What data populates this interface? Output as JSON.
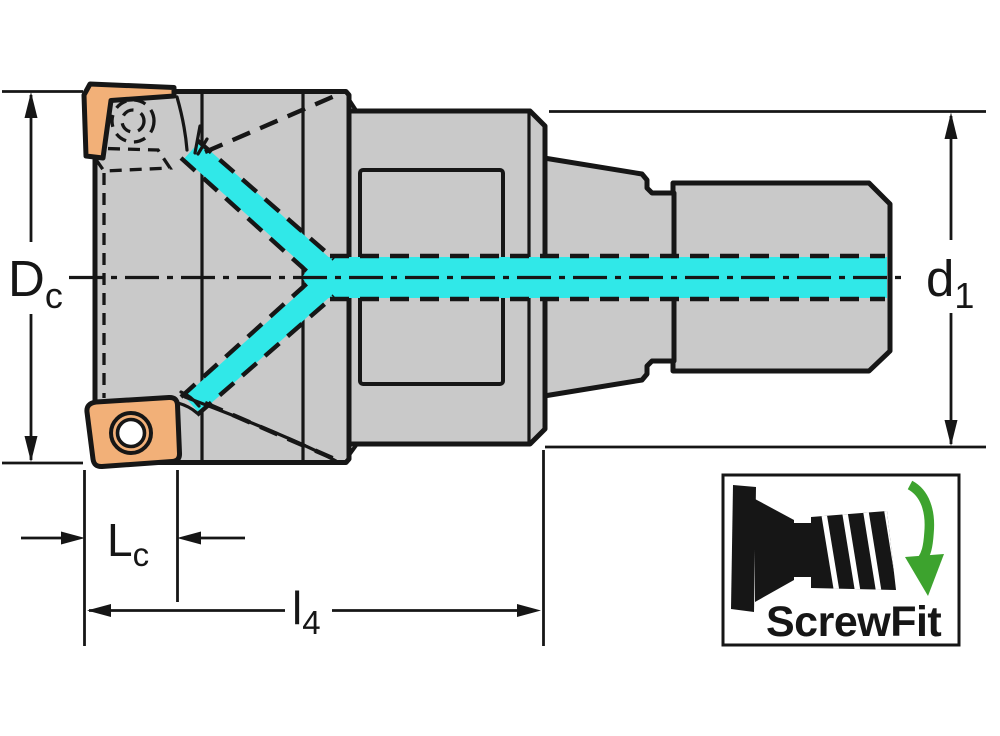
{
  "colors": {
    "line": "#161616",
    "body": "#c9c9c9",
    "insert": "#f2b078",
    "coolant": "#30e8e8",
    "green": "#3da32e",
    "background": "#ffffff"
  },
  "dimensions": {
    "dc": {
      "main": "D",
      "sub": "c"
    },
    "d1": {
      "main": "d",
      "sub": "1"
    },
    "lc": {
      "main": "L",
      "sub": "c"
    },
    "l4": {
      "main": "l",
      "sub": "4"
    }
  },
  "logo": {
    "text": "ScrewFit"
  },
  "icons": {
    "logo_screw": "screw-side-silhouette",
    "logo_arrow": "rotation-down-arrow"
  }
}
